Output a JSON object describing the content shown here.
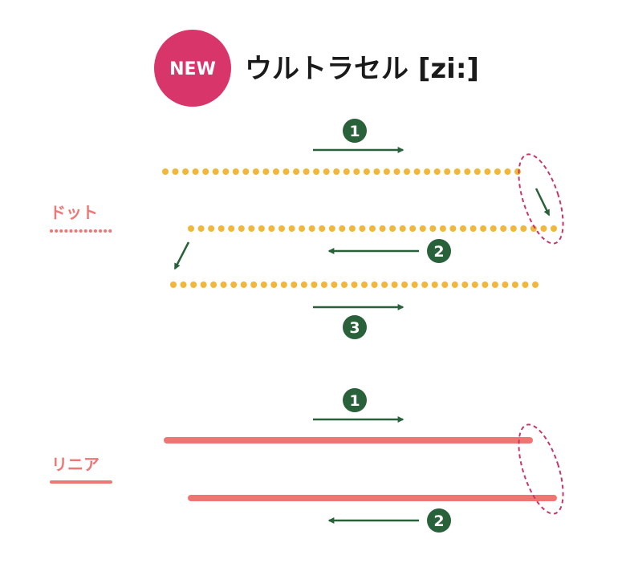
{
  "header": {
    "badge": "NEW",
    "title": "ウルトラセル [zi:]"
  },
  "sections": [
    {
      "label": "ドット",
      "steps": [
        "1",
        "2",
        "3"
      ]
    },
    {
      "label": "リニア",
      "steps": [
        "1",
        "2"
      ]
    }
  ],
  "colors": {
    "badge": "#d8366b",
    "dot_line": "#f1b73c",
    "linear_line": "#ef7573",
    "label": "#ec7876",
    "arrow": "#28613a",
    "highlight_ellipse": "#c73668"
  }
}
